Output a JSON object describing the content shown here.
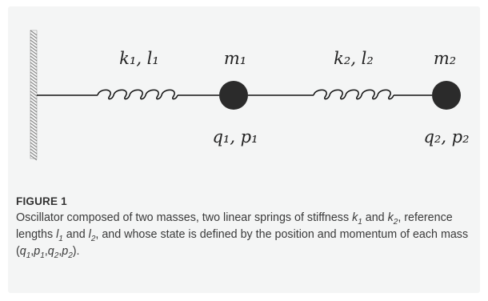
{
  "figure": {
    "label": "FIGURE 1",
    "caption_parts": [
      {
        "t": "Oscillator composed of two masses, two linear springs of stiffness "
      },
      {
        "v": "k",
        "s": "1"
      },
      {
        "t": " and "
      },
      {
        "v": "k",
        "s": "2"
      },
      {
        "t": ", reference lengths "
      },
      {
        "v": "l",
        "s": "1"
      },
      {
        "t": " and "
      },
      {
        "v": "l",
        "s": "2"
      },
      {
        "t": ", and whose state is defined by the position and momentum of each mass ("
      },
      {
        "v": "q",
        "s": "1"
      },
      {
        "t": ","
      },
      {
        "v": "p",
        "s": "1"
      },
      {
        "t": ","
      },
      {
        "v": "q",
        "s": "2"
      },
      {
        "t": ","
      },
      {
        "v": "p",
        "s": "2"
      },
      {
        "t": ")."
      }
    ]
  },
  "diagram": {
    "springs": [
      {
        "label": "k₁, l₁"
      },
      {
        "label": "k₂, l₂"
      }
    ],
    "masses": [
      {
        "label_top": "m₁",
        "label_bottom": "q₁, p₁"
      },
      {
        "label_top": "m₂",
        "label_bottom": "q₂, p₂"
      }
    ],
    "colors": {
      "line": "#111111",
      "mass": "#2b2b2b",
      "wall_hatch": "#777777",
      "card_background": "#f4f5f5"
    }
  }
}
